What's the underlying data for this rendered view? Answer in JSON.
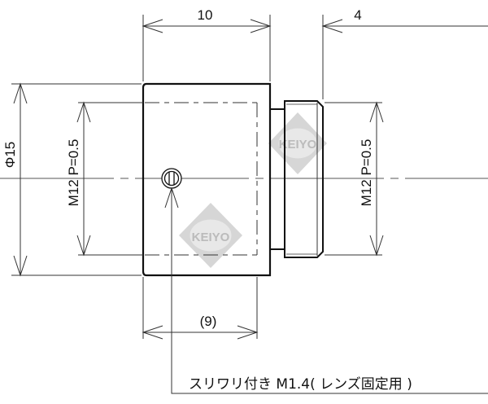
{
  "drawing": {
    "type": "mechanical-part-drawing",
    "colors": {
      "outline": "#111111",
      "dimension": "#333333",
      "centerline": "#555555",
      "watermark": "#c8c8c8",
      "background": "#ffffff"
    },
    "dimensions": {
      "body_length": "10",
      "thread_length": "4",
      "body_diameter": "Φ15",
      "thread_left": "M12 P=0.5",
      "thread_right": "M12 P=0.5",
      "screw_position": "(9)"
    },
    "callout": {
      "text": "スリワリ付き M1.4( レンズ固定用 )"
    },
    "watermark": {
      "label": "KEIYO"
    }
  }
}
